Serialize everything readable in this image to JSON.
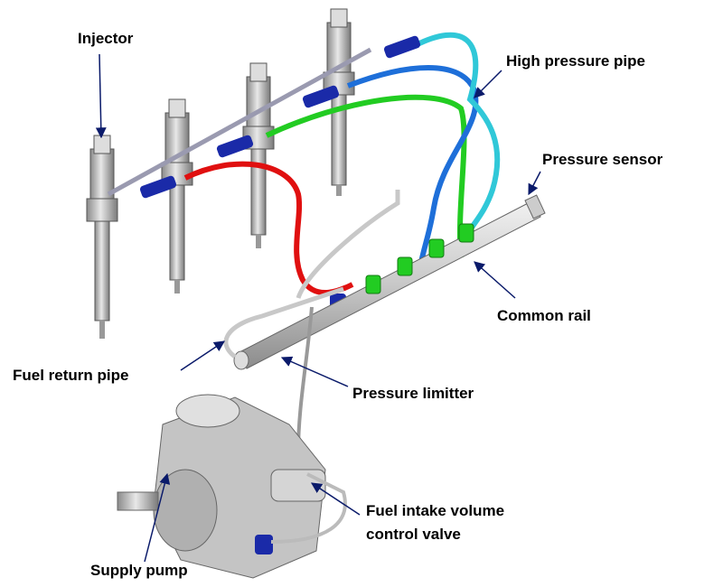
{
  "labels": {
    "injector": "Injector",
    "high_pressure_pipe": "High pressure pipe",
    "pressure_sensor": "Pressure sensor",
    "common_rail": "Common rail",
    "fuel_return_pipe": "Fuel return pipe",
    "pressure_limitter": "Pressure limitter",
    "fuel_intake_line1": "Fuel intake volume",
    "fuel_intake_line2": "control valve",
    "supply_pump": "Supply pump"
  },
  "colors": {
    "pipe_red": "#e01010",
    "pipe_green": "#22cc22",
    "pipe_blue": "#1e6fd9",
    "pipe_cyan": "#30c8d8",
    "connector_blue": "#1a2aa8",
    "arrow": "#0a1a6a"
  }
}
